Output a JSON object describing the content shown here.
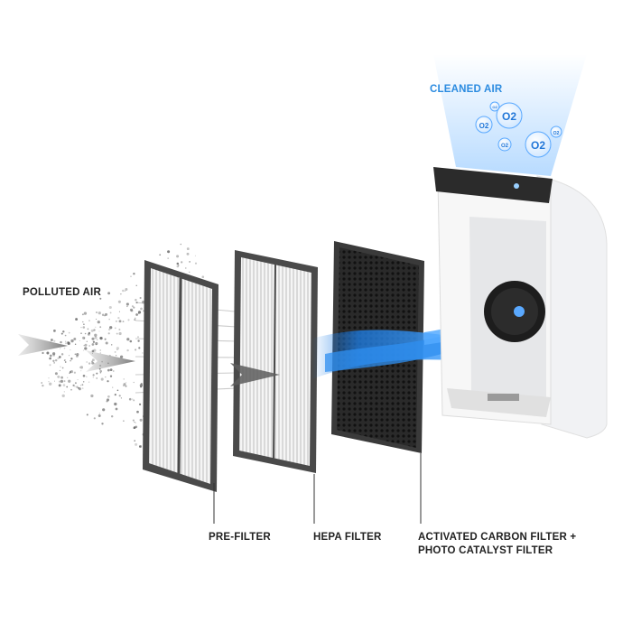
{
  "labels": {
    "polluted_air": "POLLUTED AIR",
    "cleaned_air": "CLEANED AIR",
    "pre_filter": "PRE-FILTER",
    "hepa_filter": "HEPA FILTER",
    "carbon_filter_line1": "ACTIVATED CARBON FILTER +",
    "carbon_filter_line2": "PHOTO CATALYST FILTER"
  },
  "o2_bubbles": [
    "O2",
    "O2",
    "O2",
    "O2",
    "O2",
    "O2"
  ],
  "colors": {
    "cleaned_air_label": "#2b8be0",
    "airflow_blue": "#1e7ee6",
    "filter_frame": "#4a4a4a",
    "carbon_filter": "#1f1f1f",
    "purifier_body": "#f3f4f6"
  }
}
